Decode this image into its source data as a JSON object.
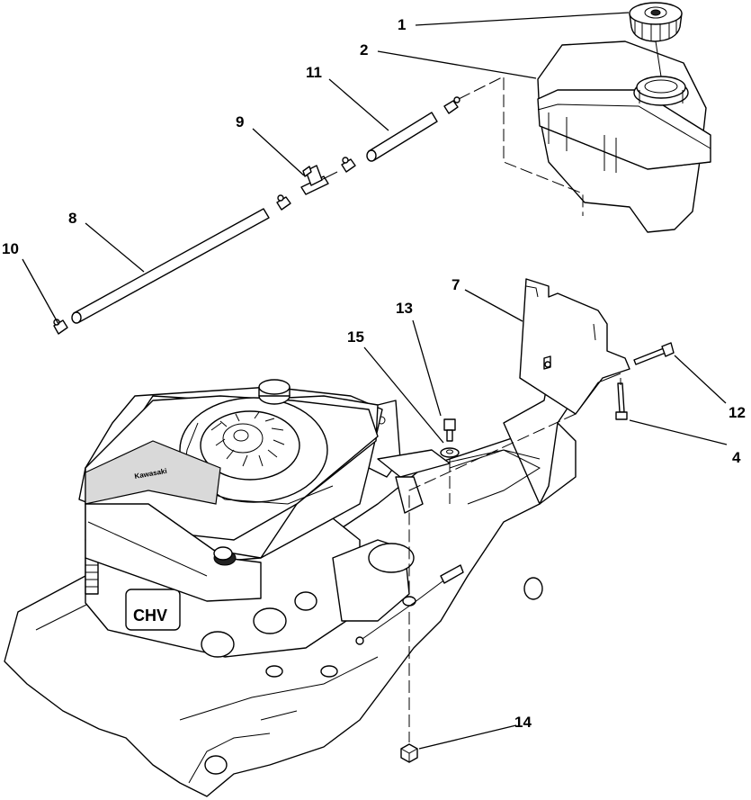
{
  "callouts": [
    {
      "id": "c1",
      "text": "1"
    },
    {
      "id": "c2",
      "text": "2"
    },
    {
      "id": "c4",
      "text": "4"
    },
    {
      "id": "c7",
      "text": "7"
    },
    {
      "id": "c8",
      "text": "8"
    },
    {
      "id": "c9",
      "text": "9"
    },
    {
      "id": "c10",
      "text": "10"
    },
    {
      "id": "c11",
      "text": "11"
    },
    {
      "id": "c12",
      "text": "12"
    },
    {
      "id": "c13",
      "text": "13"
    },
    {
      "id": "c14",
      "text": "14"
    },
    {
      "id": "c15",
      "text": "15"
    }
  ],
  "engine_brand": "Kawasaki"
}
